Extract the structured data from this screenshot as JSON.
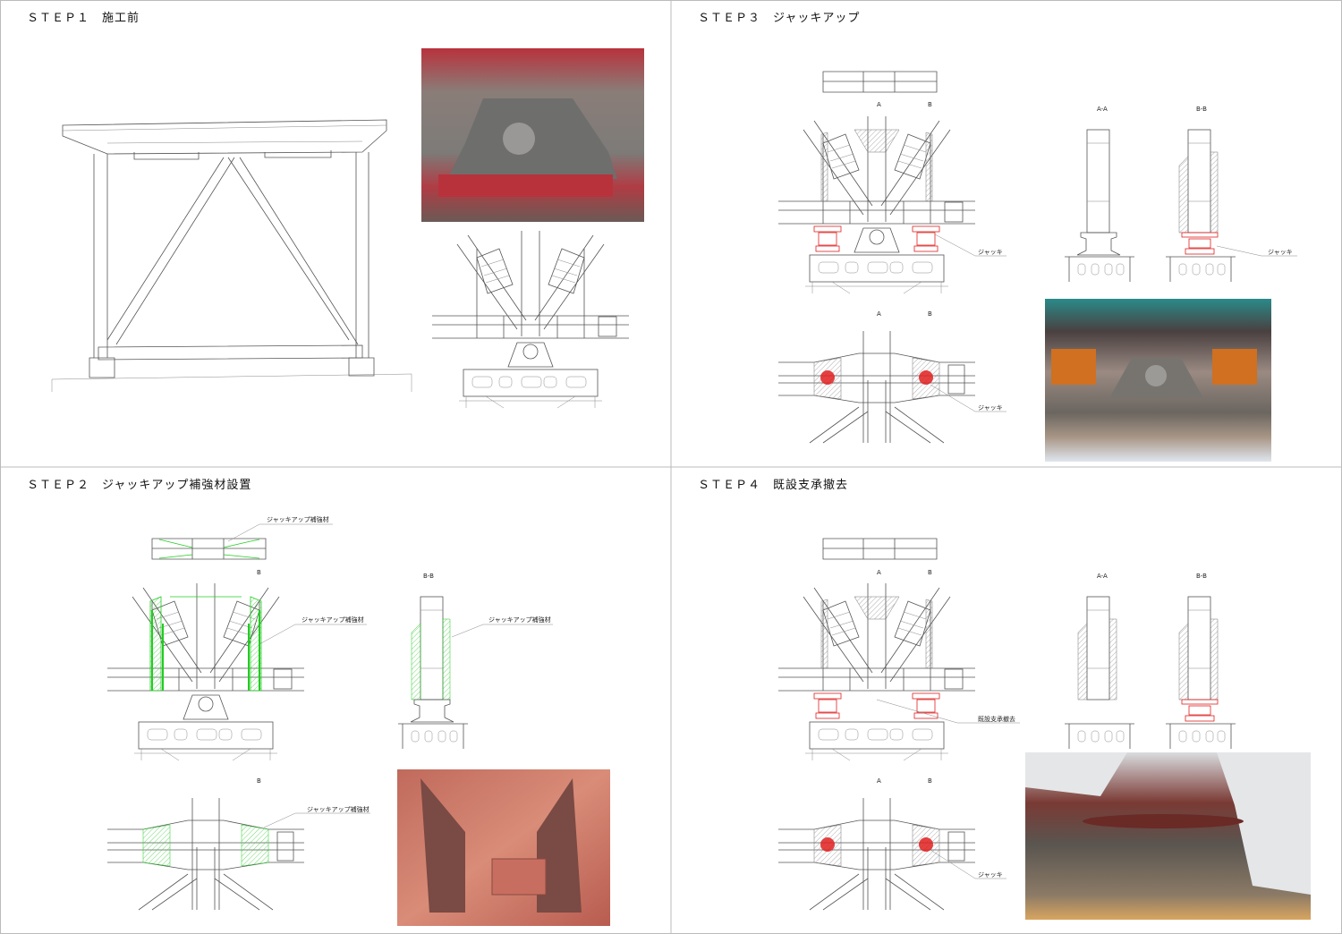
{
  "step1": {
    "title": "ＳＴＥＰ１　施工前"
  },
  "step2": {
    "title": "ＳＴＥＰ２　ジャッキアップ補強材設置",
    "callout_top": "ジャッキアップ補強材",
    "callout_elevation": "ジャッキアップ補強材",
    "callout_section": "ジャッキアップ補強材",
    "callout_plan": "ジャッキアップ補強材",
    "section_title": "B-B",
    "mark_b": "B",
    "mark_b_plan": "B"
  },
  "step3": {
    "title": "ＳＴＥＰ３　ジャッキアップ",
    "mark_a": "A",
    "mark_b": "B",
    "mark_a_plan": "A",
    "mark_b_plan": "B",
    "section_aa": "A-A",
    "section_bb": "B-B",
    "callout_jack_elev": "ジャッキ",
    "callout_jack_section": "ジャッキ",
    "callout_jack_plan": "ジャッキ"
  },
  "step4": {
    "title": "ＳＴＥＰ４　既設支承撤去",
    "mark_a": "A",
    "mark_b": "B",
    "mark_a_plan": "A",
    "mark_b_plan": "B",
    "section_aa": "A-A",
    "section_bb": "B-B",
    "callout_removal": "既設支承撤去",
    "callout_jack_plan": "ジャッキ"
  },
  "colors": {
    "line": "#555555",
    "jack": "#e02020",
    "reinforcement": "#22cc22",
    "divider": "#bbbbbb"
  }
}
